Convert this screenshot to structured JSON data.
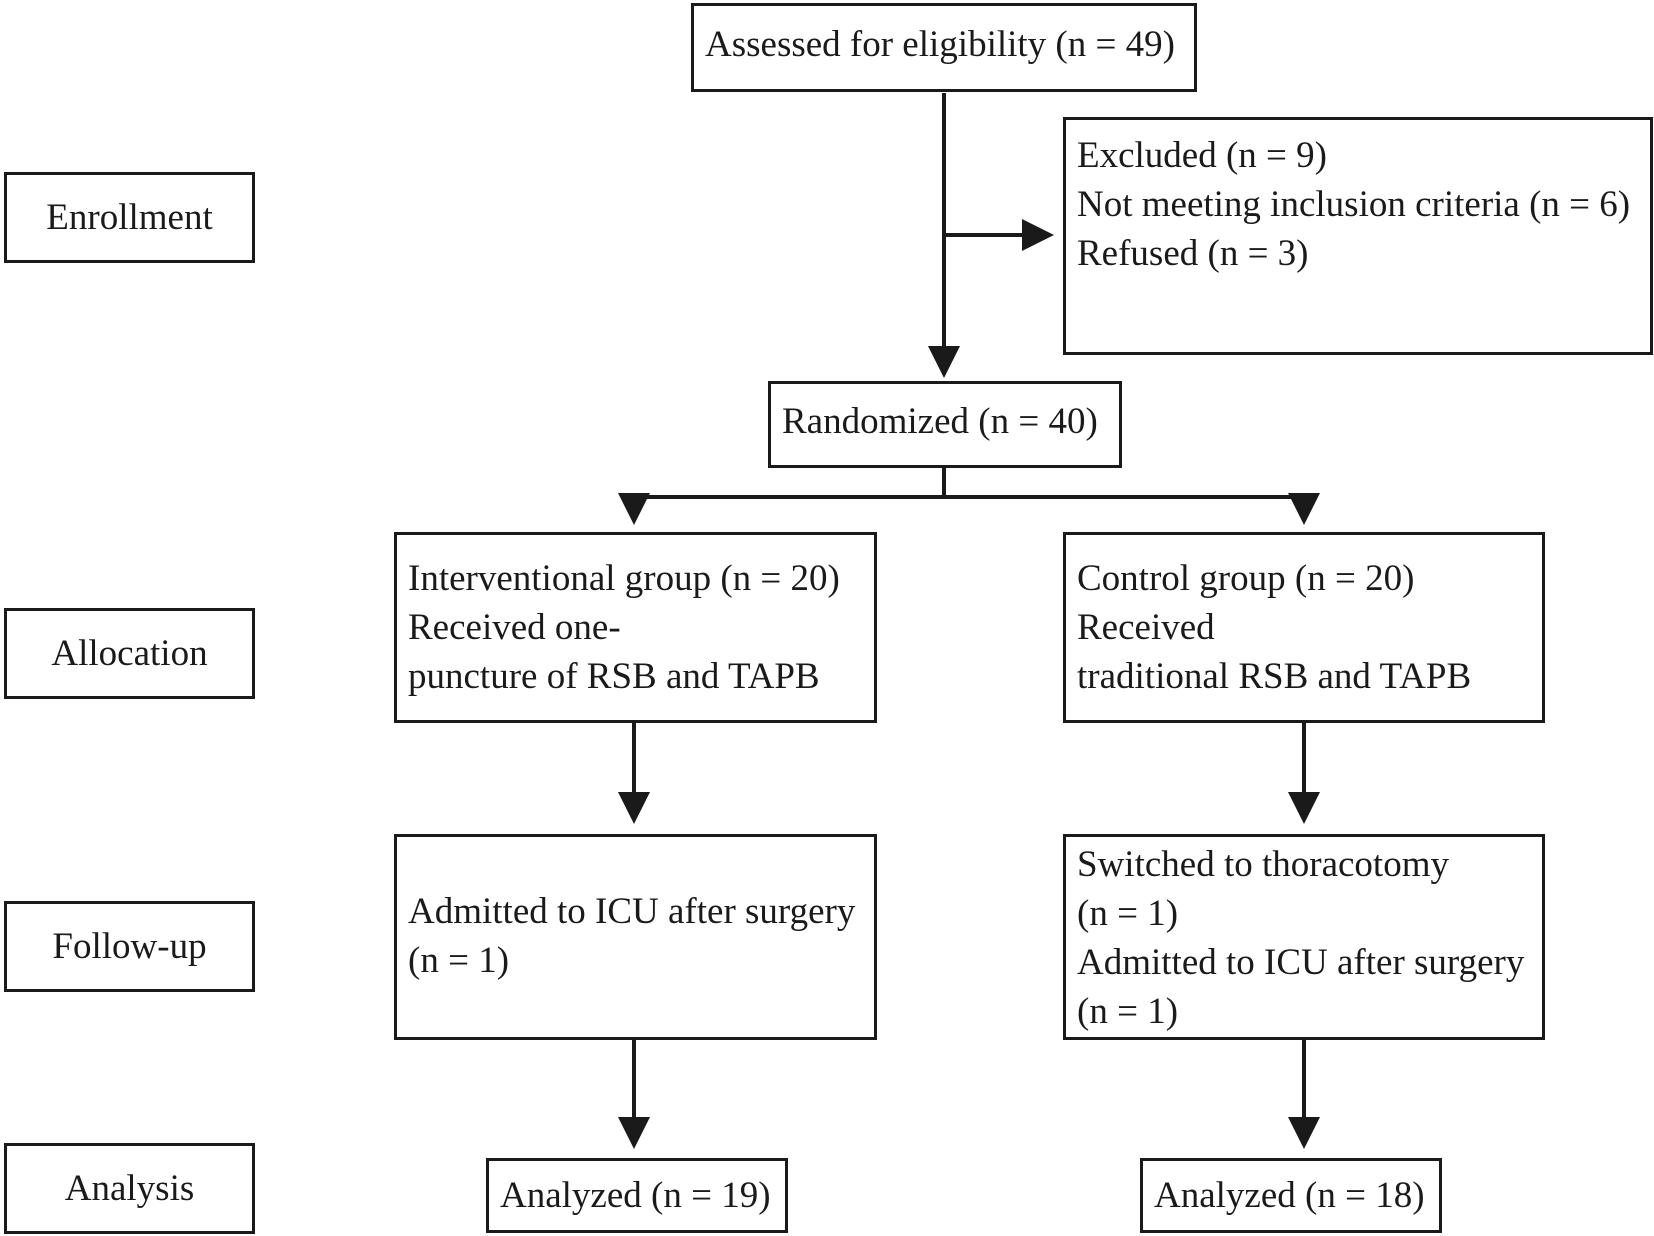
{
  "stages": {
    "enrollment": "Enrollment",
    "allocation": "Allocation",
    "followup": "Follow-up",
    "analysis": "Analysis"
  },
  "assessed": "Assessed for eligibility (n = 49)",
  "excluded": {
    "title": "Excluded (n = 9)",
    "line1": "Not meeting inclusion criteria (n = 6)",
    "line2": "Refused (n = 3)"
  },
  "randomized": "Randomized (n = 40)",
  "interventional": {
    "line1": "Interventional group (n = 20)",
    "line2": "Received one-",
    "line3": "puncture of  RSB and TAPB"
  },
  "control": {
    "line1": "Control group (n = 20)",
    "line2": "Received",
    "line3": "traditional RSB and TAPB"
  },
  "followup_left": {
    "line1": "Admitted to ICU after surgery",
    "line2": "(n = 1)"
  },
  "followup_right": {
    "line1": "Switched to thoracotomy",
    "line2": "(n = 1)",
    "line3": "Admitted to ICU after surgery",
    "line4": "(n = 1)"
  },
  "analyzed_left": "Analyzed (n = 19)",
  "analyzed_right": "Analyzed (n = 18)",
  "colors": {
    "stroke": "#1a1a1a",
    "background": "#ffffff"
  }
}
